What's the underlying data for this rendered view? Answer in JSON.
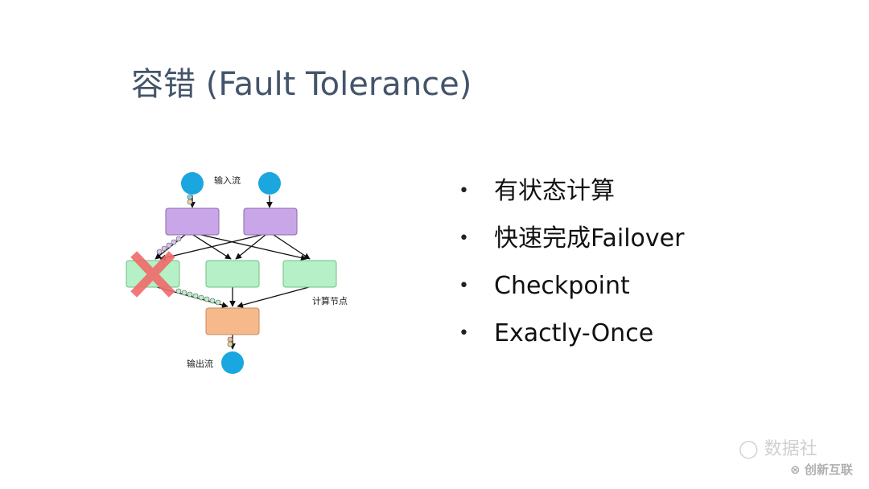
{
  "slide": {
    "title": "容错 (Fault Tolerance)",
    "bullets": [
      "有状态计算",
      "快速完成Failover",
      "Checkpoint",
      "Exactly-Once"
    ]
  },
  "diagram": {
    "labels": {
      "input_stream": "输入流",
      "compute_nodes": "计算节点",
      "output_stream": "输出流"
    },
    "colors": {
      "stream_circle": "#1aa7e0",
      "source_node": "#c9a6e8",
      "compute_node": "#b5f0c6",
      "sink_node": "#f5b98c",
      "failure_mark": "#f06a6a",
      "edge": "#111111"
    },
    "failed_node": "compute-node-1"
  },
  "watermarks": {
    "wechat": "数据社",
    "brand": "创新互联"
  }
}
